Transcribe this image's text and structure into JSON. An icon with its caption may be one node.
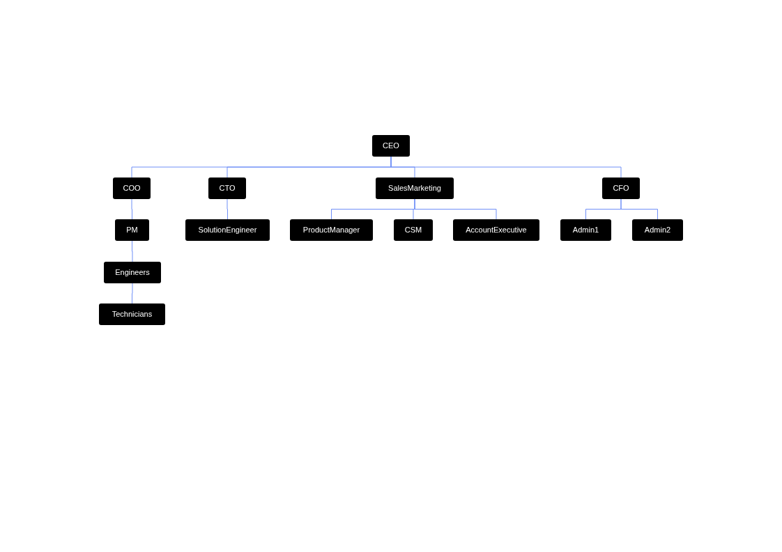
{
  "diagram": {
    "nodes": [
      {
        "text": [
          "CEO"
        ]
      },
      {
        "text": [
          "COO"
        ]
      },
      {
        "text": [
          "CTO"
        ]
      },
      {
        "text": [
          "SalesMarketing"
        ]
      },
      {
        "text": [
          "CFO"
        ]
      },
      {
        "text": [
          "PM"
        ]
      },
      {
        "text": [
          "SolutionEngineer"
        ]
      },
      {
        "text": [
          "ProductManager"
        ]
      },
      {
        "text": [
          "CSM"
        ]
      },
      {
        "text": [
          "AccountExecutive"
        ]
      },
      {
        "text": [
          "Admin1"
        ]
      },
      {
        "text": [
          "Admin2"
        ]
      },
      {
        "text": [
          "Engineers"
        ]
      },
      {
        "text": [
          "Technicians"
        ]
      }
    ],
    "edges": [
      {
        "from": 0,
        "to": 1,
        "arrow": "none"
      },
      {
        "from": 0,
        "to": 2,
        "arrow": "none"
      },
      {
        "from": 0,
        "to": 3,
        "arrow": "none"
      },
      {
        "from": 0,
        "to": 4,
        "arrow": "none"
      },
      {
        "from": 1,
        "to": 5,
        "arrow": "none"
      },
      {
        "from": 2,
        "to": 6,
        "arrow": "none"
      },
      {
        "from": 3,
        "to": 7,
        "arrow": "none"
      },
      {
        "from": 3,
        "to": 8,
        "arrow": "none"
      },
      {
        "from": 3,
        "to": 9,
        "arrow": "none"
      },
      {
        "from": 4,
        "to": 10,
        "arrow": "none"
      },
      {
        "from": 4,
        "to": 11,
        "arrow": "none"
      },
      {
        "from": 5,
        "to": 12,
        "arrow": "none"
      },
      {
        "from": 12,
        "to": 13,
        "arrow": "none"
      }
    ]
  }
}
